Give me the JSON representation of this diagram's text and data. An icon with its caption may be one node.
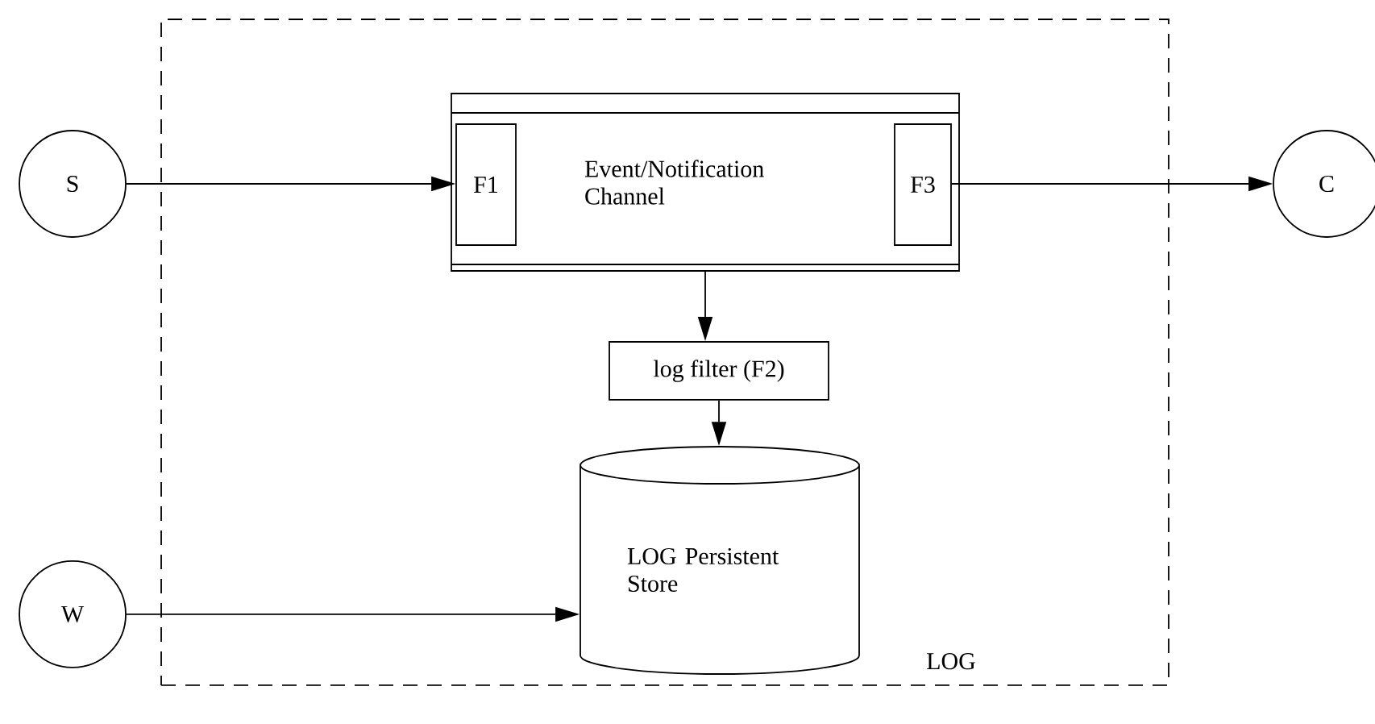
{
  "diagram": {
    "nodes": [
      {
        "text": [
          "LOG"
        ]
      },
      {
        "text": [
          "S"
        ]
      },
      {
        "text": [
          "C"
        ]
      },
      {
        "text": [
          "W"
        ]
      },
      {
        "text": [
          "Event/Notification Channel"
        ],
        "in": 0
      },
      {
        "text": [
          "F1"
        ],
        "in": 4
      },
      {
        "text": [
          "F3"
        ],
        "in": 4
      },
      {
        "text": [
          "log filter (F2)"
        ],
        "in": 0
      },
      {
        "text": [
          "LOG Persistent Store"
        ],
        "in": 0
      }
    ],
    "edges": [
      {
        "from": 1,
        "to": 5,
        "arrow": "to"
      },
      {
        "from": 6,
        "to": 2,
        "arrow": "to"
      },
      {
        "from": 4,
        "to": 7,
        "arrow": "to"
      },
      {
        "from": 7,
        "to": 8,
        "arrow": "to"
      },
      {
        "from": 3,
        "to": 8,
        "arrow": "to"
      }
    ]
  }
}
